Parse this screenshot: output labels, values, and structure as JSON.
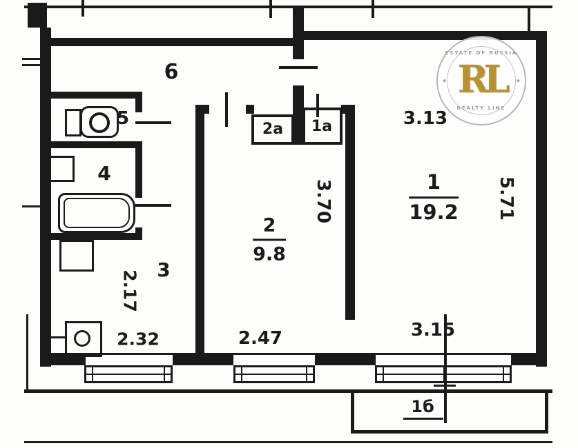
{
  "rooms": {
    "hall": {
      "label": "6"
    },
    "wc": {
      "label": "5"
    },
    "bath": {
      "label": "4"
    },
    "corridor": {
      "label": "3"
    },
    "closet_2a": {
      "label": "2а"
    },
    "closet_1a": {
      "label": "1а"
    },
    "room2": {
      "number": "2",
      "area": "9.8"
    },
    "room1": {
      "number": "1",
      "area": "19.2"
    },
    "balcony": {
      "label": "1б"
    }
  },
  "dimensions": {
    "room1_width_top": "3.13",
    "room1_height_right": "5.71",
    "room1_width_bottom": "3.15",
    "room2_height": "3.70",
    "room2_width": "2.47",
    "corridor_height": "2.17",
    "corridor_width": "2.32"
  },
  "watermark": {
    "letters": "RL",
    "arc_top": "ESTATE OF RUSSIA",
    "arc_bottom": "REALTY LINE",
    "diamond": "◆",
    "gold_color": "#b8922e"
  }
}
